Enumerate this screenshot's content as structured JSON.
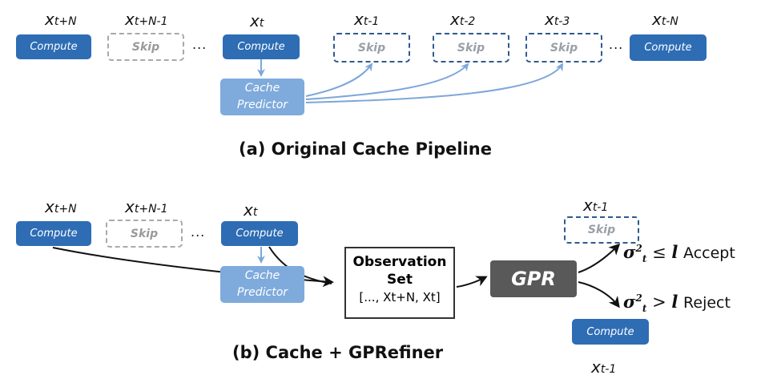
{
  "top": {
    "labels": [
      {
        "base": "x",
        "sub": "t+N"
      },
      {
        "base": "x",
        "sub": "t+N-1"
      },
      {
        "base": "x",
        "sub": "t"
      },
      {
        "base": "x",
        "sub": "t-1"
      },
      {
        "base": "x",
        "sub": "t-2"
      },
      {
        "base": "x",
        "sub": "t-3"
      },
      {
        "base": "x",
        "sub": "t-N"
      }
    ],
    "boxes": [
      "Compute",
      "Skip",
      "Compute",
      "Skip",
      "Skip",
      "Skip",
      "Compute"
    ],
    "ellipsis": [
      "...",
      "..."
    ],
    "predictor": [
      "Cache",
      "Predictor"
    ],
    "title": "(a) Original Cache Pipeline"
  },
  "bottom": {
    "labels": [
      {
        "base": "x",
        "sub": "t+N"
      },
      {
        "base": "x",
        "sub": "t+N-1"
      },
      {
        "base": "x",
        "sub": "t"
      },
      {
        "base": "x",
        "sub": "t-1"
      },
      {
        "base": "x",
        "sub": "t-1"
      }
    ],
    "boxes": [
      "Compute",
      "Skip",
      "Compute",
      "Skip",
      "Compute"
    ],
    "ellipsis": "...",
    "predictor": [
      "Cache",
      "Predictor"
    ],
    "observation": {
      "line1": "Observation",
      "line2": "Set",
      "line3": "[..., Xt+N, Xt]"
    },
    "gpr": "GPR",
    "accept": {
      "sigma": "σ",
      "sup": "2",
      "sub": "t",
      "op": "≤",
      "l": "l",
      "word": "Accept"
    },
    "reject": {
      "sigma": "σ",
      "sup": "2",
      "sub": "t",
      "op": ">",
      "l": "l",
      "word": "Reject"
    },
    "title": "(b) Cache + GPRefiner"
  },
  "colors": {
    "compute": "#2e6db4",
    "predictor": "#7faadc",
    "gpr": "#595959",
    "arrow_light": "#7ea7da"
  }
}
